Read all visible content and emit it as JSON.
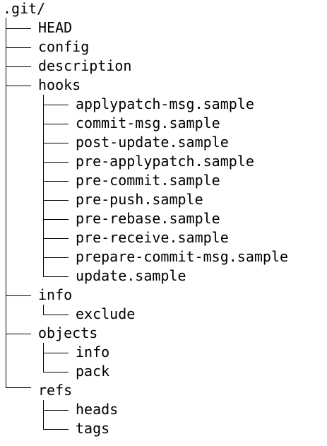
{
  "tree": {
    "root": ".git/",
    "children": [
      {
        "name": "HEAD"
      },
      {
        "name": "config"
      },
      {
        "name": "description"
      },
      {
        "name": "hooks",
        "children": [
          {
            "name": "applypatch-msg.sample"
          },
          {
            "name": "commit-msg.sample"
          },
          {
            "name": "post-update.sample"
          },
          {
            "name": "pre-applypatch.sample"
          },
          {
            "name": "pre-commit.sample"
          },
          {
            "name": "pre-push.sample"
          },
          {
            "name": "pre-rebase.sample"
          },
          {
            "name": "pre-receive.sample"
          },
          {
            "name": "prepare-commit-msg.sample"
          },
          {
            "name": "update.sample"
          }
        ]
      },
      {
        "name": "info",
        "children": [
          {
            "name": "exclude"
          }
        ]
      },
      {
        "name": "objects",
        "children": [
          {
            "name": "info"
          },
          {
            "name": "pack"
          }
        ]
      },
      {
        "name": "refs",
        "children": [
          {
            "name": "heads"
          },
          {
            "name": "tags"
          }
        ]
      }
    ]
  }
}
